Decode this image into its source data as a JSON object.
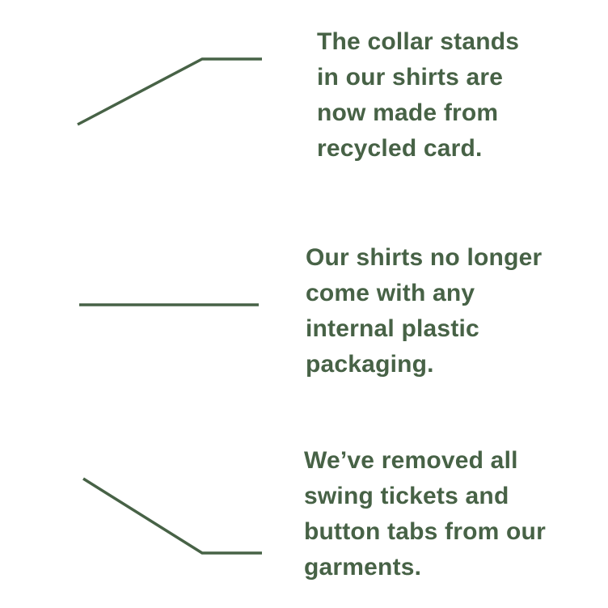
{
  "colors": {
    "accent": "#476246",
    "background": "#ffffff"
  },
  "callouts": [
    {
      "lines": [
        "The collar stands",
        "in our shirts are",
        "now made from",
        "recycled card."
      ]
    },
    {
      "lines": [
        "Our shirts no longer",
        "come with any",
        "internal plastic",
        "packaging."
      ]
    },
    {
      "lines": [
        "We’ve removed all",
        "swing tickets and",
        "button tabs from our",
        "garments."
      ]
    }
  ]
}
